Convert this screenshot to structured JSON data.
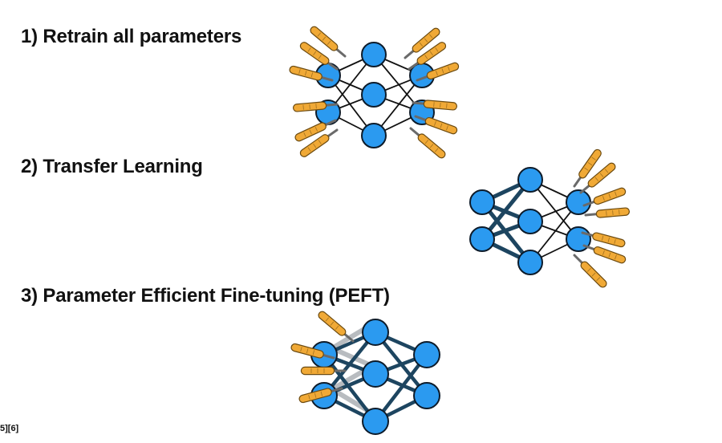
{
  "headings": {
    "retrain": "1) Retrain all parameters",
    "transfer": "2) Transfer Learning",
    "peft": "3) Parameter Efficient Fine-tuning (PEFT)"
  },
  "citation": "5][6]",
  "colors": {
    "node_fill": "#2b9af0",
    "node_stroke": "#0d1b2a",
    "edge_thin": "#111111",
    "edge_frozen": "#1d4560",
    "edge_faded": "#b8bcc0",
    "tool_handle": "#f0a936",
    "tool_handle_stroke": "#6b4a10",
    "tool_shaft": "#6a6a6a"
  },
  "icons": [
    "neural-network-icon",
    "screwdriver-icon"
  ],
  "diagrams": [
    {
      "name": "retrain-all-network",
      "layers": [
        2,
        3,
        2
      ],
      "frozen": false,
      "tuned_nodes": "all"
    },
    {
      "name": "transfer-learning-network",
      "layers": [
        2,
        3,
        2
      ],
      "frozen": true,
      "tuned_nodes": "output-layer"
    },
    {
      "name": "peft-network",
      "layers": [
        2,
        3,
        2
      ],
      "frozen": true,
      "tuned_nodes": "input-layer"
    }
  ]
}
